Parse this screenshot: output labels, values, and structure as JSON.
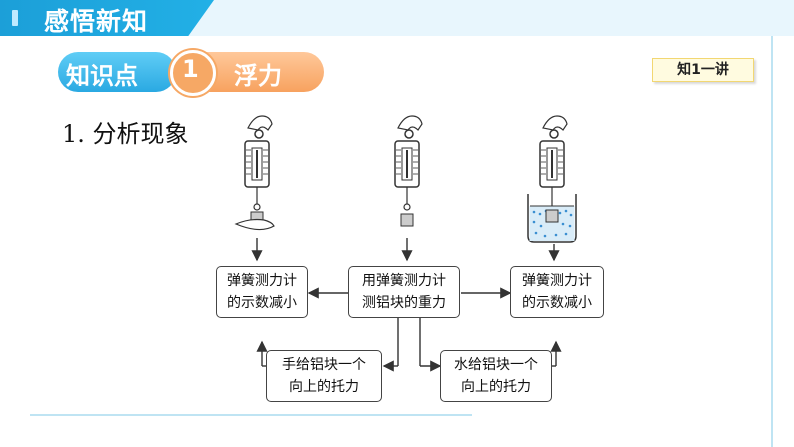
{
  "header": {
    "title": "感悟新知"
  },
  "knowledge_point": {
    "label": "知识点",
    "number": "1",
    "topic": "浮力"
  },
  "tag": "知1一讲",
  "section": {
    "heading": "1. 分析现象"
  },
  "boxes": {
    "left": {
      "line1": "弹簧测力计",
      "line2": "的示数减小"
    },
    "center": {
      "line1": "用弹簧测力计",
      "line2": "测铝块的重力"
    },
    "right": {
      "line1": "弹簧测力计",
      "line2": "的示数减小"
    },
    "bottom_left": {
      "line1": "手给铝块一个",
      "line2": "向上的托力"
    },
    "bottom_right": {
      "line1": "水给铝块一个",
      "line2": "向上的托力"
    }
  },
  "colors": {
    "header_blue": "#22b0e6",
    "kp_blue": "#2aa9e2",
    "kp_orange": "#f7a25f",
    "water_blue": "#3a8fd1"
  }
}
